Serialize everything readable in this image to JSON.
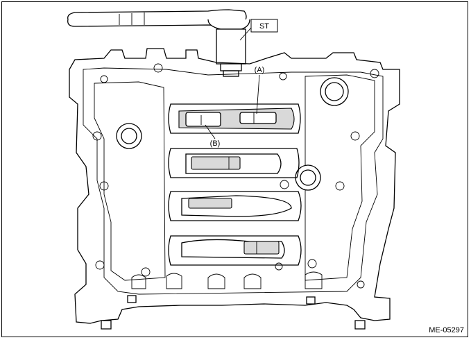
{
  "labels": {
    "st": "ST",
    "a": "(A)",
    "b": "(B)"
  },
  "figure_code": "ME-05297"
}
